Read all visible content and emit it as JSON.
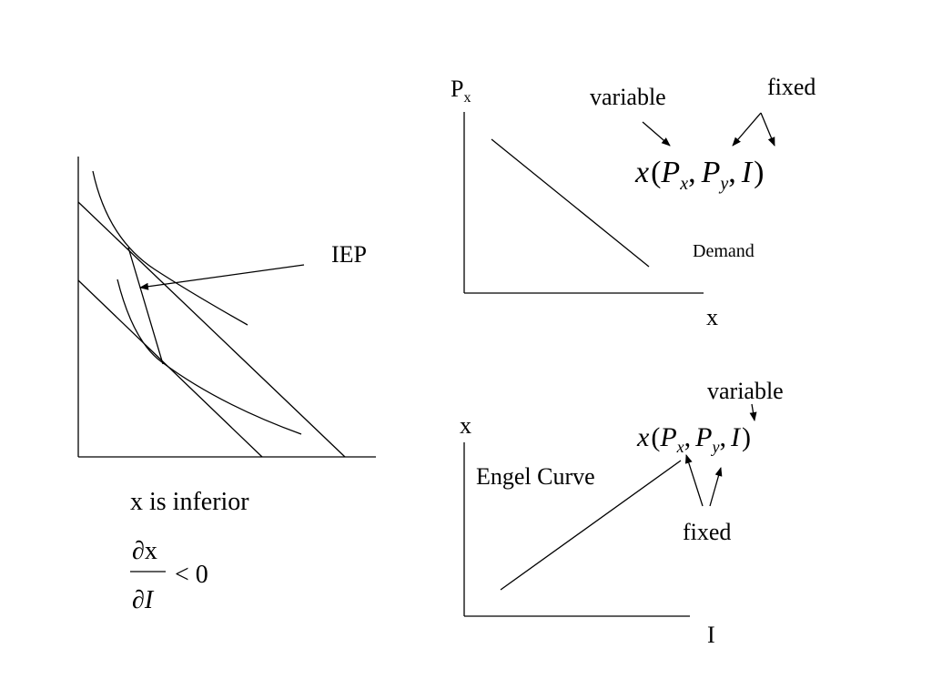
{
  "left_panel": {
    "iep_label": "IEP",
    "caption": "x is inferior",
    "derivative": {
      "numerator": "∂x",
      "denominator": "∂I",
      "relation": "< 0"
    }
  },
  "demand_panel": {
    "y_axis_label": "P",
    "y_axis_sub": "x",
    "x_axis_label": "x",
    "curve_label": "Demand",
    "variable_note": "variable",
    "fixed_note": "fixed",
    "func": {
      "name": "x",
      "open": "(",
      "p": "P",
      "sub1": "x",
      "sub2": "y",
      "comma": ",",
      "i": "I",
      "close": ")"
    }
  },
  "engel_panel": {
    "y_axis_label": "x",
    "x_axis_label": "I",
    "curve_label": "Engel Curve",
    "variable_note": "variable",
    "fixed_note": "fixed",
    "func": {
      "name": "x",
      "open": "(",
      "p": "P",
      "sub1": "x",
      "sub2": "y",
      "comma": ",",
      "i": "I",
      "close": ")"
    }
  }
}
